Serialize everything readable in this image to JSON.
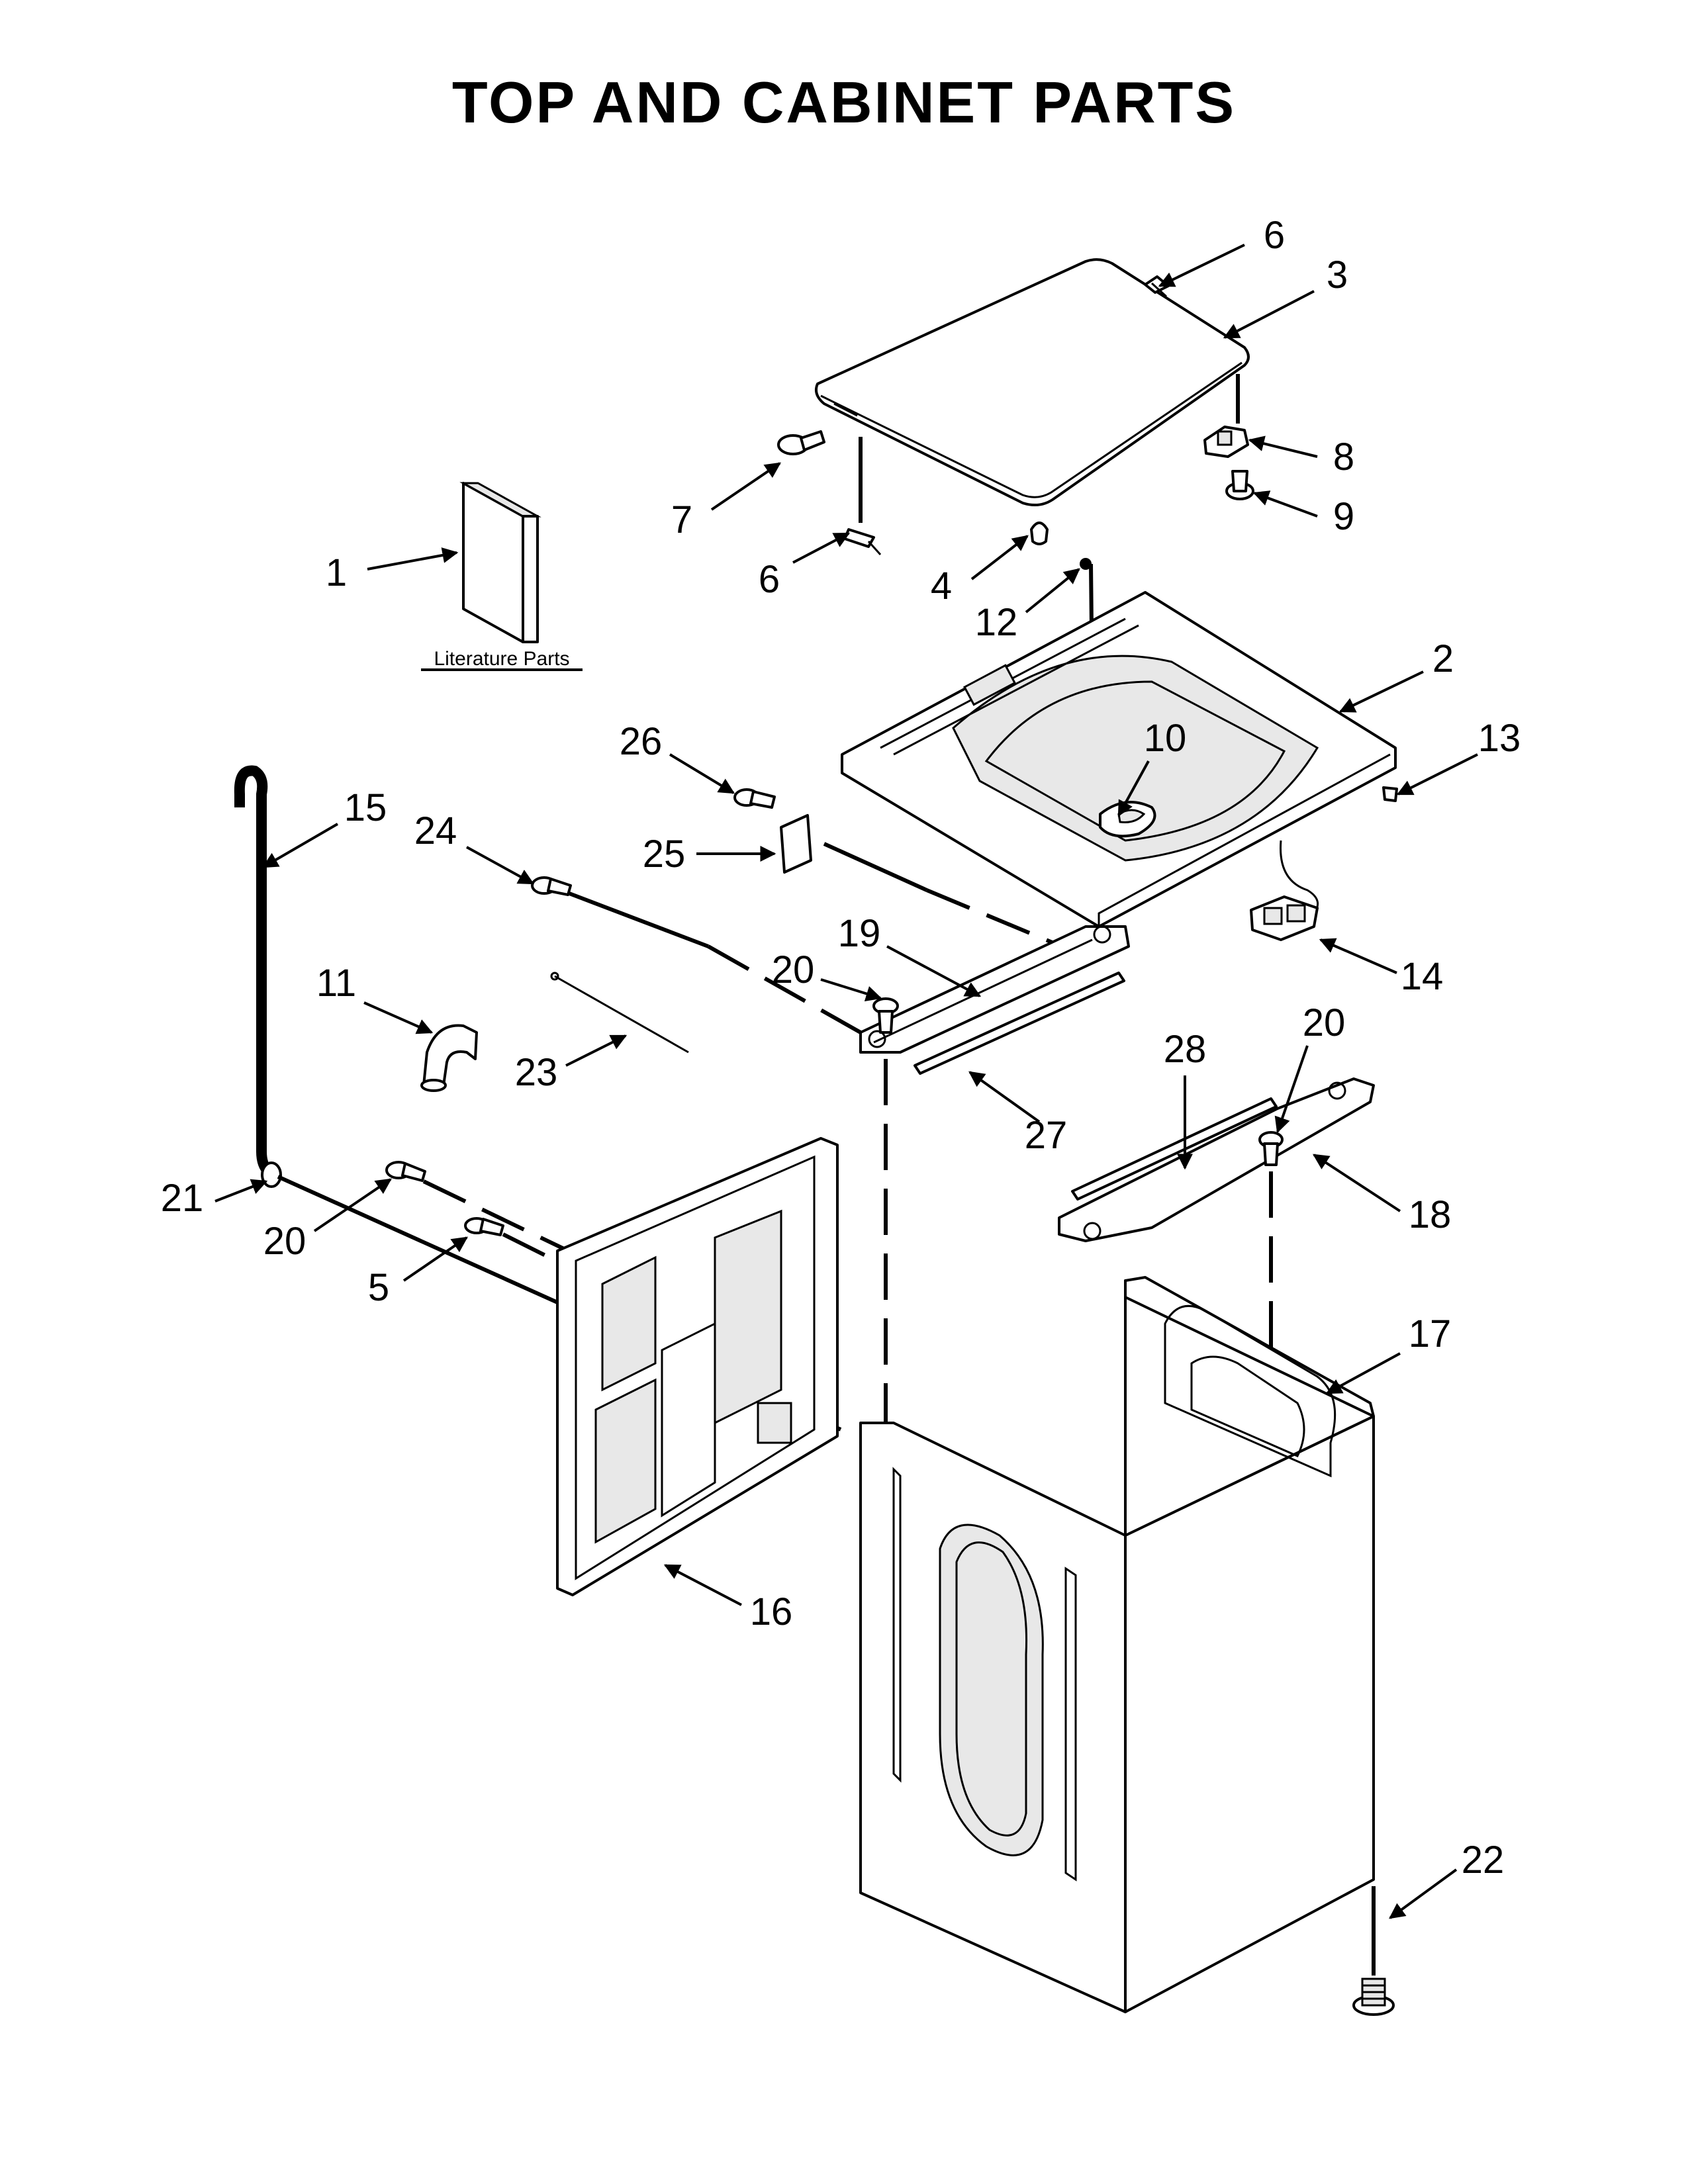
{
  "title": "TOP AND CABINET PARTS",
  "literature_label": "Literature Parts",
  "callouts": [
    {
      "id": "c6a",
      "label": "6"
    },
    {
      "id": "c3",
      "label": "3"
    },
    {
      "id": "c8",
      "label": "8"
    },
    {
      "id": "c9",
      "label": "9"
    },
    {
      "id": "c7",
      "label": "7"
    },
    {
      "id": "c6b",
      "label": "6"
    },
    {
      "id": "c4",
      "label": "4"
    },
    {
      "id": "c1",
      "label": "1"
    },
    {
      "id": "c12",
      "label": "12"
    },
    {
      "id": "c2",
      "label": "2"
    },
    {
      "id": "c10",
      "label": "10"
    },
    {
      "id": "c13",
      "label": "13"
    },
    {
      "id": "c26",
      "label": "26"
    },
    {
      "id": "c15",
      "label": "15"
    },
    {
      "id": "c24",
      "label": "24"
    },
    {
      "id": "c25",
      "label": "25"
    },
    {
      "id": "c19",
      "label": "19"
    },
    {
      "id": "c20a",
      "label": "20"
    },
    {
      "id": "c14",
      "label": "14"
    },
    {
      "id": "c11",
      "label": "11"
    },
    {
      "id": "c23",
      "label": "23"
    },
    {
      "id": "c20b",
      "label": "20"
    },
    {
      "id": "c28",
      "label": "28"
    },
    {
      "id": "c27",
      "label": "27"
    },
    {
      "id": "c21",
      "label": "21"
    },
    {
      "id": "c20c",
      "label": "20"
    },
    {
      "id": "c18",
      "label": "18"
    },
    {
      "id": "c5",
      "label": "5"
    },
    {
      "id": "c17",
      "label": "17"
    },
    {
      "id": "c16",
      "label": "16"
    },
    {
      "id": "c22",
      "label": "22"
    }
  ]
}
